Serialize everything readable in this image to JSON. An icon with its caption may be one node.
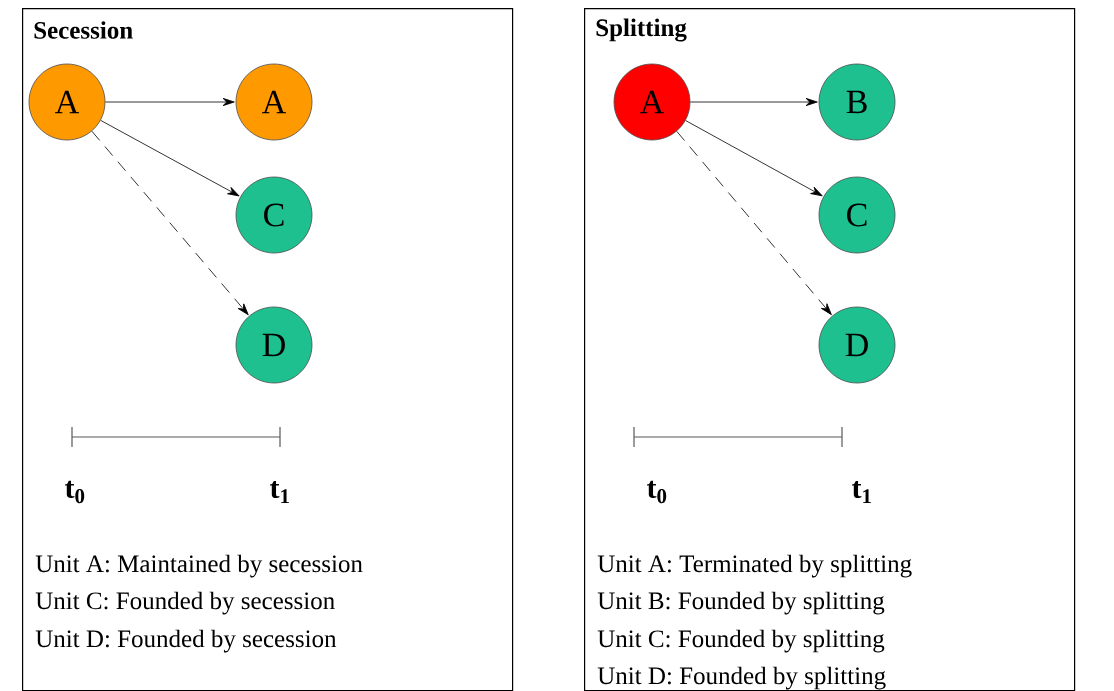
{
  "diagram": {
    "nodes": [
      {
        "text": [
          "Secession",
          "Unit A: Maintained by secession",
          "Unit C: Founded by secession",
          "Unit D: Founded by secession"
        ]
      },
      {
        "text": [
          "A"
        ],
        "in": 0
      },
      {
        "text": [
          "A"
        ],
        "in": 0
      },
      {
        "text": [
          "C"
        ],
        "in": 0
      },
      {
        "text": [
          "D"
        ],
        "in": 0
      },
      {
        "text": [
          "Splitting",
          "Unit A: Terminated by splitting",
          "Unit B: Founded by splitting",
          "Unit C: Founded by splitting",
          "Unit D: Founded by splitting"
        ]
      },
      {
        "text": [
          "A"
        ],
        "in": 5
      },
      {
        "text": [
          "B"
        ],
        "in": 5
      },
      {
        "text": [
          "C"
        ],
        "in": 5
      },
      {
        "text": [
          "D"
        ],
        "in": 5
      }
    ],
    "edges": [
      {
        "from": 1,
        "to": 2,
        "arrow": "to"
      },
      {
        "from": 1,
        "to": 3,
        "arrow": "to"
      },
      {
        "from": 1,
        "to": 4,
        "arrow": "to",
        "style": "dashed"
      },
      {
        "from": 6,
        "to": 7,
        "arrow": "to"
      },
      {
        "from": 6,
        "to": 8,
        "arrow": "to"
      },
      {
        "from": 6,
        "to": 9,
        "arrow": "to",
        "style": "dashed"
      }
    ],
    "labels": [
      "t$_{0}$",
      "t$_{1}$",
      "t$_{0}$",
      "t$_{1}$"
    ]
  }
}
